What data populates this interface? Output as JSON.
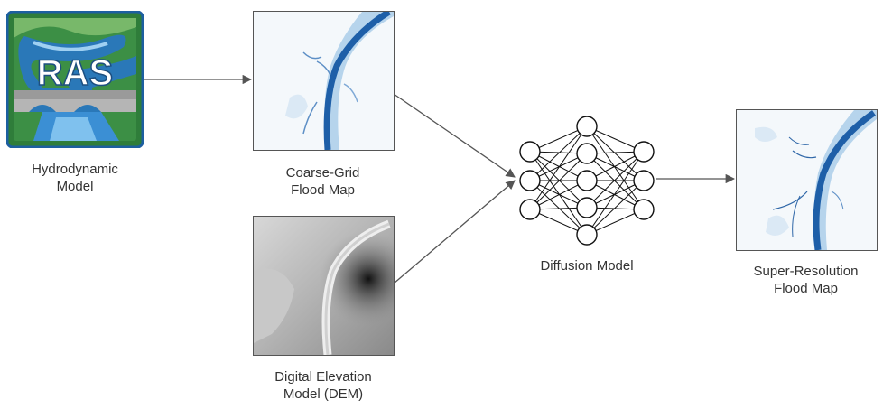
{
  "nodes": {
    "ras": {
      "logo_text": "RAS",
      "label_line1": "Hydrodynamic",
      "label_line2": "Model"
    },
    "coarse": {
      "label_line1": "Coarse-Grid",
      "label_line2": "Flood Map"
    },
    "dem": {
      "label_line1": "Digital Elevation",
      "label_line2": "Model (DEM)"
    },
    "diffusion": {
      "label": "Diffusion Model"
    },
    "super": {
      "label_line1": "Super-Resolution",
      "label_line2": "Flood Map"
    }
  },
  "colors": {
    "river_dark": "#1e5fa8",
    "river_light": "#9cc5e6",
    "water_bg": "#eaf3fa",
    "logo_green": "#2f7d3a",
    "logo_blue": "#2a78b8",
    "arrow": "#555555"
  }
}
